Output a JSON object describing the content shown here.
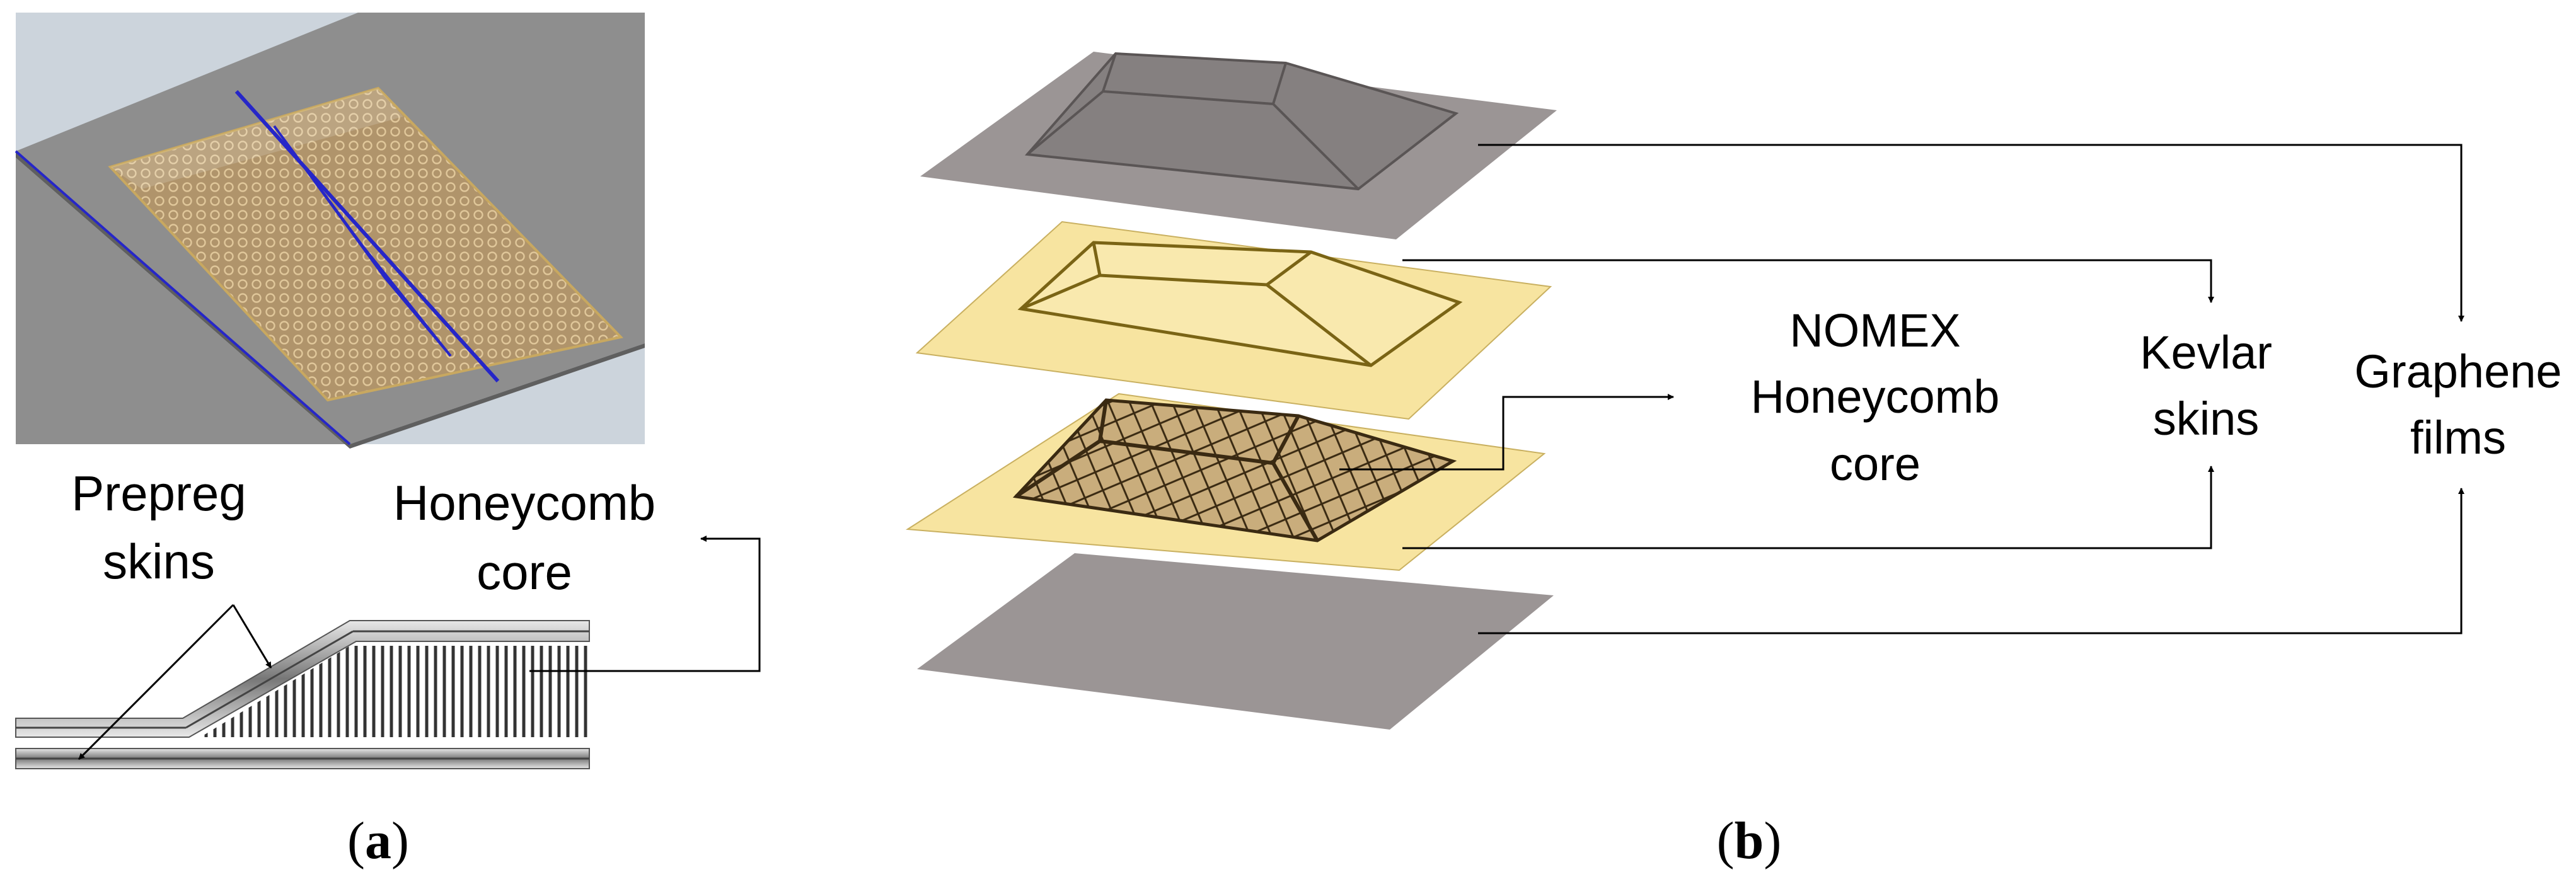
{
  "panel_a": {
    "labels": {
      "prepreg_line1": "Prepreg",
      "prepreg_line2": "skins",
      "honeycomb_line1": "Honeycomb",
      "honeycomb_line2": "core"
    },
    "caption": {
      "open": "(",
      "letter": "a",
      "close": ")"
    }
  },
  "panel_b": {
    "labels": {
      "nomex_line1": "NOMEX",
      "nomex_line2": "Honeycomb",
      "nomex_line3": "core",
      "kevlar_line1": "Kevlar",
      "kevlar_line2": "skins",
      "graphene_line1": "Graphene",
      "graphene_line2": "films"
    },
    "caption": {
      "open": "(",
      "letter": "b",
      "close": ")"
    }
  },
  "colors": {
    "graphene_film": "#9b9595",
    "kevlar_skin": "#f7e4a0",
    "kevlar_edge": "#7a6415",
    "honeycomb": "#c9ad7c",
    "cad_background": "#ccd4dc",
    "cad_plate": "#8c8c8c",
    "section_line": "#2626c8",
    "arrow": "#000000"
  }
}
